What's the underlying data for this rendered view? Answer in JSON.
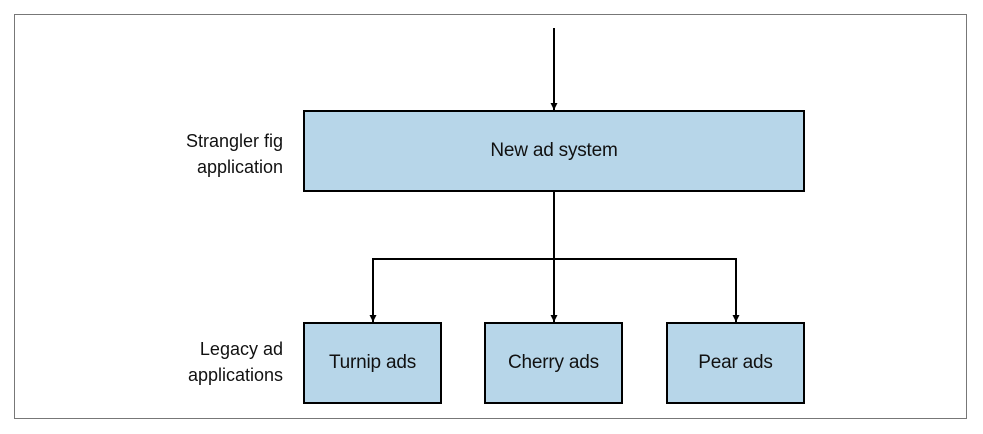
{
  "colors": {
    "box_fill": "#b7d6e9",
    "line": "#000000",
    "text": "#111111"
  },
  "labels": {
    "strangler": [
      "Strangler fig",
      "application"
    ],
    "legacy": [
      "Legacy ad",
      "applications"
    ]
  },
  "boxes": {
    "new_system": "New ad system",
    "turnip": "Turnip ads",
    "cherry": "Cherry ads",
    "pear": "Pear ads"
  }
}
